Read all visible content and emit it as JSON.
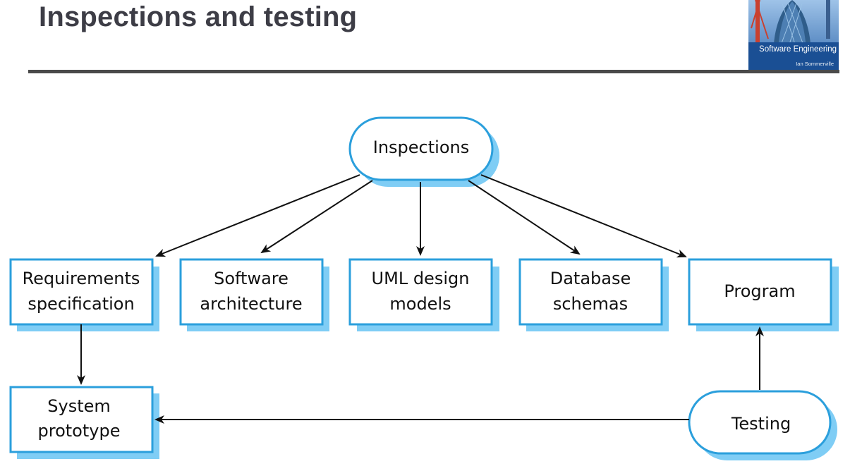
{
  "slide": {
    "title": "Inspections and testing"
  },
  "book": {
    "title": "Software Engineering",
    "author": "Ian Sommerville"
  },
  "diagram": {
    "inspections_label": "Inspections",
    "testing_label": "Testing",
    "requirements_line1": "Requirements",
    "requirements_line2": "specification",
    "architecture_line1": "Software",
    "architecture_line2": "architecture",
    "uml_line1": "UML design",
    "uml_line2": "models",
    "database_line1": "Database",
    "database_line2": "schemas",
    "program_label": "Program",
    "prototype_line1": "System",
    "prototype_line2": "prototype"
  },
  "colors": {
    "node_border": "#2b9fdc",
    "node_shadow": "#7fcdf5",
    "arrow": "#111111",
    "title": "#3d3d46",
    "rule": "#4a4a4a"
  }
}
